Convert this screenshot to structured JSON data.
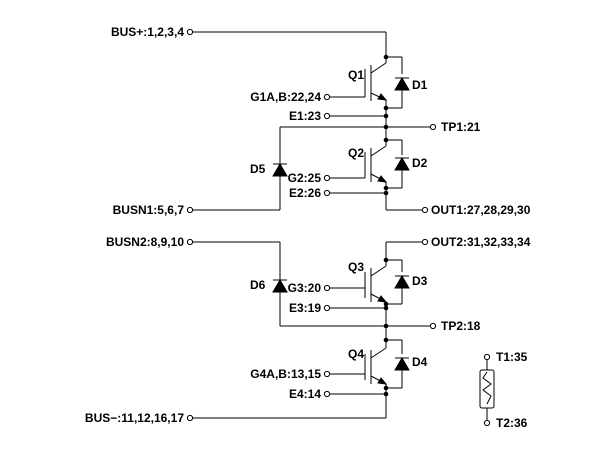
{
  "labels": {
    "bus_plus": "BUS+:1,2,3,4",
    "g1": "G1A,B:22,24",
    "e1": "E1:23",
    "tp1": "TP1:21",
    "g2": "G2:25",
    "e2": "E2:26",
    "busn1": "BUSN1:5,6,7",
    "out1": "OUT1:27,28,29,30",
    "busn2": "BUSN2:8,9,10",
    "out2": "OUT2:31,32,33,34",
    "g3": "G3:20",
    "e3": "E3:19",
    "tp2": "TP2:18",
    "g4": "G4A,B:13,15",
    "e4": "E4:14",
    "bus_minus": "BUS−:11,12,16,17",
    "t1": "T1:35",
    "t2": "T2:36",
    "q1": "Q1",
    "q2": "Q2",
    "q3": "Q3",
    "q4": "Q4",
    "d1": "D1",
    "d2": "D2",
    "d3": "D3",
    "d4": "D4",
    "d5": "D5",
    "d6": "D6"
  },
  "colors": {
    "stroke": "#000000",
    "background": "#ffffff"
  }
}
